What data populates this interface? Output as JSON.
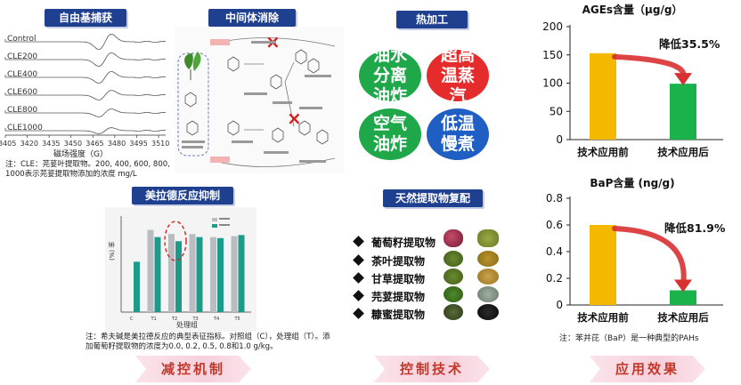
{
  "mechanism": {
    "radical": {
      "title": "自由基捕获",
      "legend": [
        "Control",
        "CLE200",
        "CLE400",
        "CLE600",
        "CLE800",
        "CLE1000"
      ],
      "x_ticks": [
        "3405",
        "3420",
        "3435",
        "3450",
        "3465",
        "3480",
        "3495",
        "3510"
      ],
      "xlabel": "磁场强度（G）",
      "note": "注：CLE：芫荽叶提取物。200, 400, 600, 800, 1000表示芫荽提取物添加的浓度 mg/L"
    },
    "intermediate": {
      "title": "中间体消除"
    },
    "maillard": {
      "title": "美拉德反应抑制",
      "xlabel": "处理组",
      "ylabel": "(%) 率",
      "note": "注：希夫碱是美拉德反应的典型表征指标。对照组（C），处理组（T）。添加葡萄籽提取物的浓度为0.0, 0.2, 0.5, 0.8和1.0 g/kg。"
    },
    "label": "减控机制"
  },
  "control": {
    "heat_title": "热加工",
    "methods": [
      "油水分离油炸",
      "超高温蒸汽",
      "空气油炸",
      "低温慢煮"
    ],
    "natural_title": "天然提取物复配",
    "extracts": [
      "葡萄籽提取物",
      "茶叶提取物",
      "甘草提取物",
      "芫荽提取物",
      "糠蜜提取物"
    ],
    "label": "控制技术"
  },
  "effect": {
    "label": "应用效果",
    "note": "注：苯并芘（BaP）是一种典型的PAHs",
    "colors": {
      "before": "#f5b800",
      "after": "#19b24b",
      "arrow": "#d93030"
    }
  },
  "chart_data": [
    {
      "type": "bar",
      "title": "AGEs含量（μg/g）",
      "categories": [
        "技术应用前",
        "技术应用后"
      ],
      "values": [
        153,
        99
      ],
      "ylim": [
        0,
        200
      ],
      "yticks": [
        "0",
        "50",
        "100",
        "150",
        "200"
      ],
      "annotation": "降低35.5%"
    },
    {
      "type": "bar",
      "title": "BaP含量 (ng/g)",
      "categories": [
        "技术应用前",
        "技术应用后"
      ],
      "values": [
        0.6,
        0.11
      ],
      "ylim": [
        0,
        0.8
      ],
      "yticks": [
        "0",
        "0.2",
        "0.4",
        "0.6",
        "0.8"
      ],
      "annotation": "降低81.9%"
    },
    {
      "type": "bar",
      "title": "",
      "categories": [
        "C",
        "T1",
        "T2",
        "T3",
        "T4",
        "T5"
      ],
      "series": [
        {
          "values": [
            0,
            80,
            76,
            76,
            73,
            74
          ]
        },
        {
          "values": [
            49,
            73,
            69,
            73,
            72,
            75
          ]
        }
      ],
      "ylim": [
        0,
        90
      ]
    }
  ]
}
